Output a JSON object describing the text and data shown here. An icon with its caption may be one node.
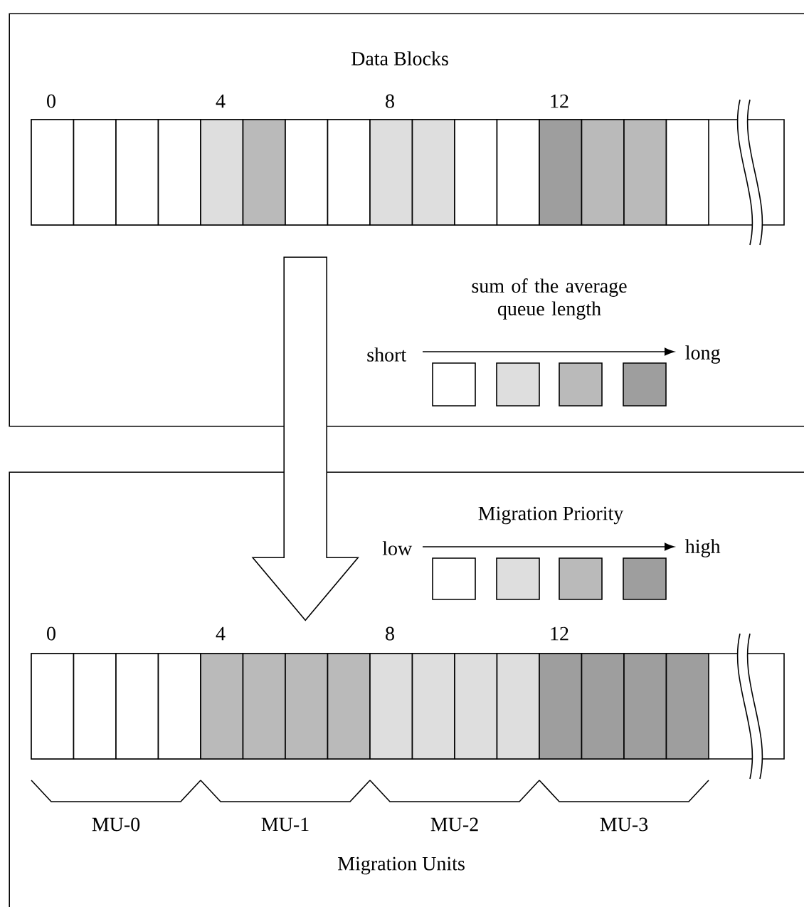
{
  "diagram": {
    "nodes": [
      {
        "text": [
          "Data Blocks"
        ]
      },
      {
        "text": [
          "Migration Units"
        ]
      }
    ],
    "edges": [
      {
        "from": 0,
        "to": 1,
        "arrow": "to"
      }
    ],
    "labels": [
      "0",
      "4",
      "8",
      "12",
      "sum of the average queue length",
      "short",
      "long",
      "Migration Priority",
      "low",
      "high",
      "0",
      "4",
      "8",
      "12",
      "MU-0",
      "MU-1",
      "MU-2",
      "MU-3"
    ]
  }
}
